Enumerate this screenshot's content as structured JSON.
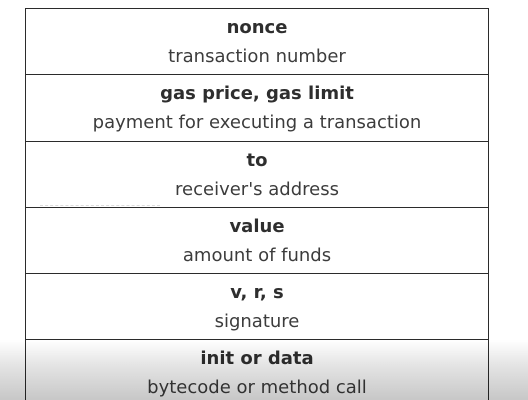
{
  "fields": [
    {
      "name": "nonce",
      "description": "transaction number"
    },
    {
      "name": "gas price, gas limit",
      "description": "payment for executing a transaction"
    },
    {
      "name": "to",
      "description": "receiver's address"
    },
    {
      "name": "value",
      "description": "amount of funds"
    },
    {
      "name": "v, r, s",
      "description": "signature"
    },
    {
      "name": "init or data",
      "description": "bytecode or method call"
    }
  ]
}
